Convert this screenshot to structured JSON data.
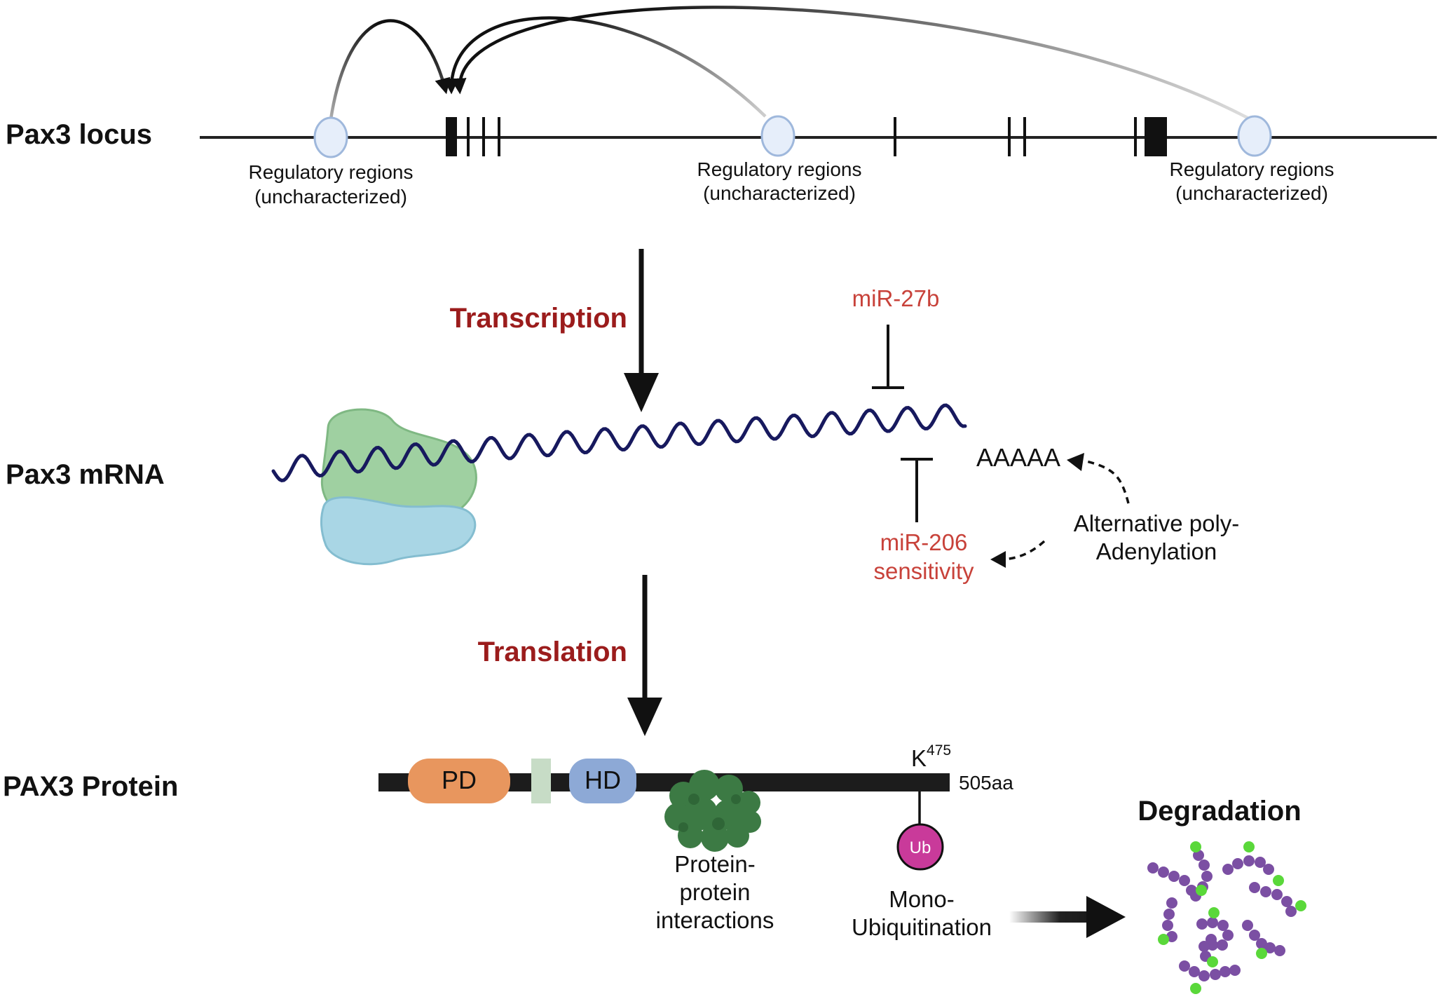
{
  "labels": {
    "locus": "Pax3 locus",
    "mrna": "Pax3 mRNA",
    "protein": "PAX3 Protein"
  },
  "steps": {
    "transcription": "Transcription",
    "translation": "Translation"
  },
  "regulatory_regions": [
    {
      "line1": "Regulatory regions",
      "line2": "(uncharacterized)"
    },
    {
      "line1": "Regulatory regions",
      "line2": "(uncharacterized)"
    },
    {
      "line1": "Regulatory regions",
      "line2": "(uncharacterized)"
    }
  ],
  "mirna": {
    "mir27b": "miR-27b",
    "mir206_line1": "miR-206",
    "mir206_line2": "sensitivity",
    "polya_tail": "AAAAA",
    "apa_line1": "Alternative poly-",
    "apa_line2": "Adenylation"
  },
  "protein": {
    "pd": "PD",
    "hd": "HD",
    "k_residue": "K",
    "k_position": "475",
    "length": "505aa",
    "ub": "Ub",
    "ppi_line1": "Protein-",
    "ppi_line2": "protein",
    "ppi_line3": "interactions",
    "mono_line1": "Mono-",
    "mono_line2": "Ubiquitination",
    "degradation": "Degradation"
  },
  "colors": {
    "step_text": "#9b1c1c",
    "mirna_text": "#c8423a",
    "pd_fill": "#e8965e",
    "hd_fill": "#8da9d6",
    "linker_fill": "#c7dcc6",
    "ub_fill": "#c93a9a",
    "mrna_strand": "#17195e",
    "ribosome_large": "#9fd0a1",
    "ribosome_small": "#a9d6e5",
    "interactor": "#3c7a44",
    "degradation_beads": "#7b4fa3",
    "degradation_ub": "#5ad83a"
  }
}
